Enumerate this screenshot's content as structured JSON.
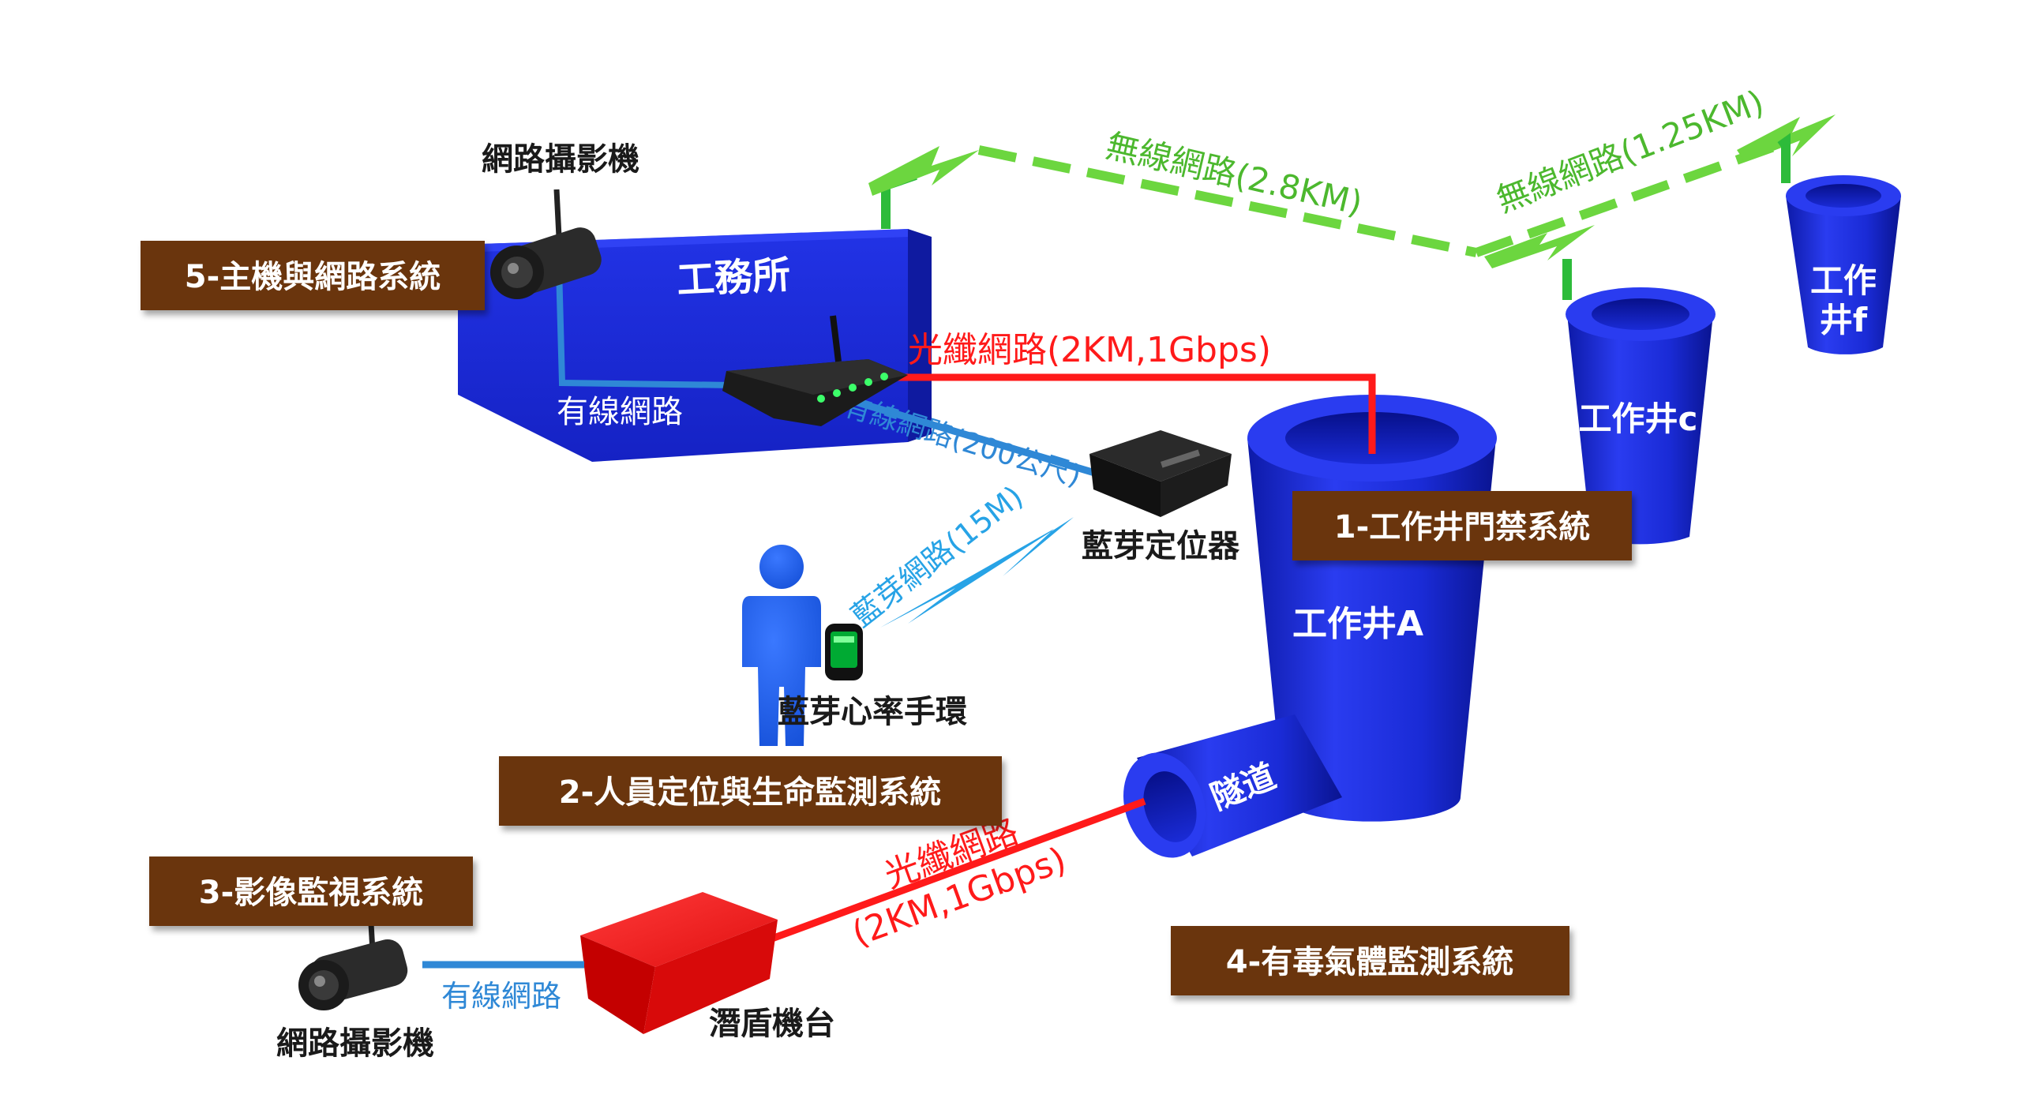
{
  "colors": {
    "box_brown": "#6b3410",
    "blue_body": "#1a2bd6",
    "blue_dark": "#0b17a0",
    "fiber_red": "#ff1a1a",
    "wired_blue": "#2f88d6",
    "wireless_green": "#5cc93a",
    "bluetooth_blue": "#27a3e6"
  },
  "systems": {
    "s1": "1-工作井門禁系統",
    "s2": "2-人員定位與生命監測系統",
    "s3": "3-影像監視系統",
    "s4": "4-有毒氣體監測系統",
    "s5": "5-主機與網路系統"
  },
  "places": {
    "office": "工務所",
    "shaft_a": "工作井A",
    "shaft_c": "工作井c",
    "shaft_f_line1": "工作",
    "shaft_f_line2": "井f",
    "tunnel": "隧道",
    "tbm": "潛盾機台"
  },
  "devices": {
    "camera_top": "網路攝影機",
    "camera_bottom": "網路攝影機",
    "bt_locator": "藍芽定位器",
    "bt_band": "藍芽心率手環"
  },
  "links": {
    "wired_office": "有線網路",
    "fiber_top": "光纖網路(2KM,1Gbps)",
    "wired_200": "有線網路(200公尺)",
    "bt_15": "藍芽網路(15M)",
    "wireless_28": "無線網路(2.8KM)",
    "wireless_125": "無線網路(1.25KM)",
    "fiber_bottom_1": "光纖網路",
    "fiber_bottom_2": "(2KM,1Gbps)",
    "wired_camera": "有線網路"
  },
  "icons": {
    "camera": "ip-camera-icon",
    "router": "router-icon",
    "locator": "bluetooth-locator-icon",
    "person": "person-icon",
    "band": "heart-rate-band-icon"
  }
}
